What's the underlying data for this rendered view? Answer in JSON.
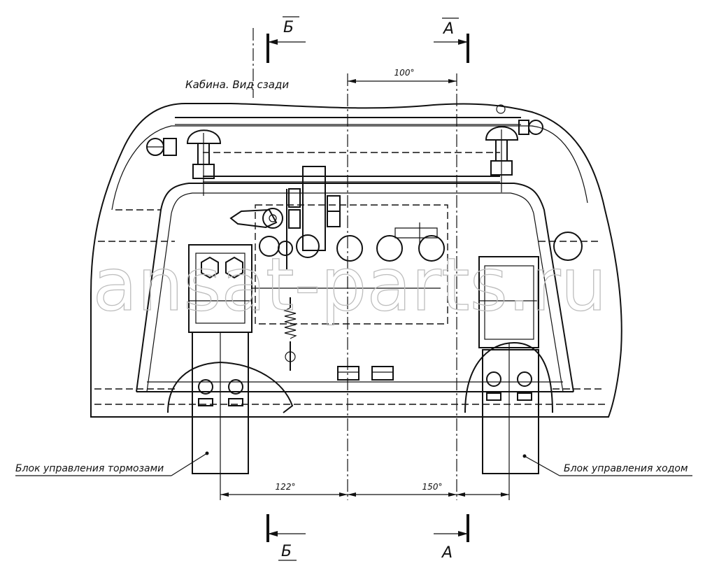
{
  "view_title": "Кабина. Вид сзади",
  "section_marks": {
    "b_top": "Б",
    "a_top": "А",
    "b_bottom": "Б",
    "a_bottom": "А"
  },
  "dimensions": {
    "top": "100°",
    "left": "122°",
    "right": "150°"
  },
  "callouts": {
    "brake_unit": "Блок управления тормозами",
    "travel_unit": "Блок управления ходом"
  },
  "watermark": "ansat-parts.ru"
}
